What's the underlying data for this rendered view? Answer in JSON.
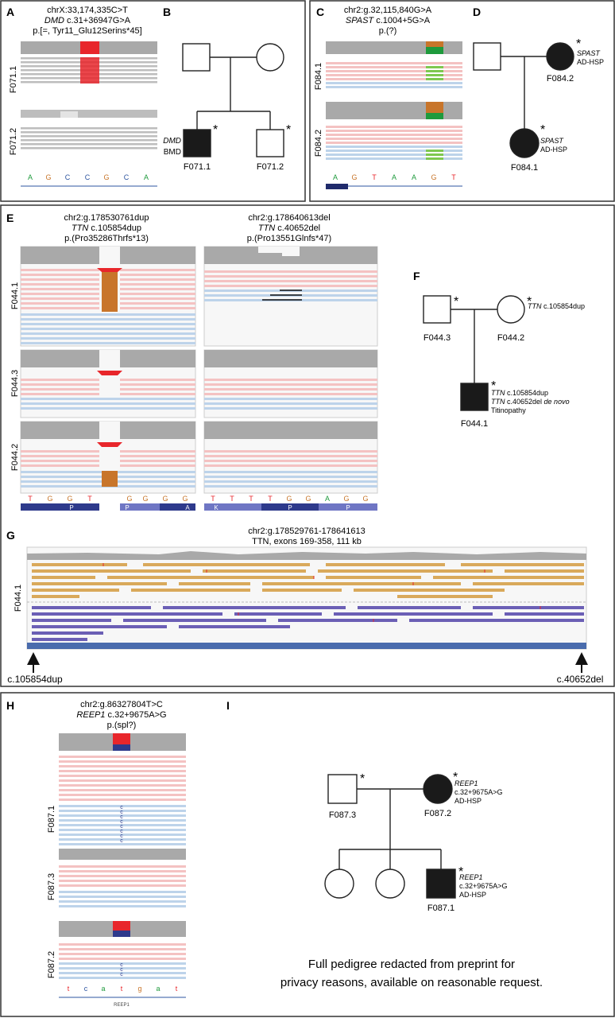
{
  "panelA": {
    "letter": "A",
    "title1": "chrX:33,174,335C>T",
    "title2_gene": "DMD",
    "title2_rest": " c.31+36947G>A",
    "title3": "p.[=, Tyr11_Glu12Serins*45]",
    "sample1": "F071.1",
    "sample2": "F071.2",
    "bases": [
      "A",
      "G",
      "C",
      "C",
      "G",
      "C",
      "A"
    ]
  },
  "panelB": {
    "letter": "B",
    "affected_gene": "DMD",
    "affected_pheno": "BMD",
    "affected_id": "F071.1",
    "sibling_id": "F071.2",
    "star": "*"
  },
  "panelC": {
    "letter": "C",
    "title1": "chr2:g.32,115,840G>A",
    "title2_gene": "SPAST",
    "title2_rest": " c.1004+5G>A",
    "title3": "p.(?)",
    "sample1": "F084.1",
    "sample2": "F084.2",
    "bases": [
      "A",
      "G",
      "T",
      "A",
      "A",
      "G",
      "T"
    ]
  },
  "panelD": {
    "letter": "D",
    "mother_gene": "SPAST",
    "mother_pheno": "AD-HSP",
    "mother_id": "F084.2",
    "child_gene": "SPAST",
    "child_pheno": "AD-HSP",
    "child_id": "F084.1",
    "star": "*"
  },
  "panelE": {
    "letter": "E",
    "left_title1": "chr2:g.178530761dup",
    "left_title2_gene": "TTN",
    "left_title2_rest": " c.105854dup",
    "left_title3": "p.(Pro35286Thrfs*13)",
    "right_title1": "chr2:g.178640613del",
    "right_title2_gene": "TTN",
    "right_title2_rest": " c.40652del",
    "right_title3": "p.(Pro13551Glnfs*47)",
    "samples": [
      "F044.1",
      "F044.3",
      "F044.2"
    ],
    "left_bases": [
      "T",
      "G",
      "G",
      "T",
      "G",
      "G",
      "G",
      "G"
    ],
    "right_bases": [
      "T",
      "T",
      "T",
      "T",
      "G",
      "G",
      "A",
      "G",
      "G"
    ],
    "left_aa": [
      "P",
      "P",
      "A"
    ],
    "right_aa": [
      "K",
      "P",
      "P"
    ]
  },
  "panelF": {
    "letter": "F",
    "father_id": "F044.3",
    "mother_id": "F044.2",
    "mother_note_gene": "TTN",
    "mother_note_rest": " c.105854dup",
    "child_line1_gene": "TTN",
    "child_line1_rest": " c.105854dup",
    "child_line2_gene": "TTN",
    "child_line2_rest": " c.40652del ",
    "child_line2_denovo": "de novo",
    "child_line3": "Titinopathy",
    "child_id": "F044.1",
    "star": "*"
  },
  "panelG": {
    "letter": "G",
    "title1": "chr2:g.178529761-178641613",
    "title2": "TTN, exons 169-358, 111 kb",
    "sample": "F044.1",
    "left_arrow_label": "c.105854dup",
    "right_arrow_label": "c.40652del"
  },
  "panelH": {
    "letter": "H",
    "title1": "chr2:g.86327804T>C",
    "title2_gene": "REEP1",
    "title2_rest": " c.32+9675A>G",
    "title3": "p.(spl?)",
    "samples": [
      "F087.1",
      "F087.3",
      "F087.2"
    ],
    "bases": [
      "t",
      "c",
      "a",
      "t",
      "g",
      "a",
      "t"
    ],
    "gene_label": "REEP1",
    "c_mark": "c"
  },
  "panelI": {
    "letter": "I",
    "father_id": "F087.3",
    "mother_gene": "REEP1",
    "mother_var": "c.32+9675A>G",
    "mother_pheno": "AD-HSP",
    "mother_id": "F087.2",
    "child_gene": "REEP1",
    "child_var": "c.32+9675A>G",
    "child_pheno": "AD-HSP",
    "child_id": "F087.1",
    "star": "*",
    "note_line1": "Full pedigree redacted from preprint for",
    "note_line2": "privacy reasons, available on reasonable request."
  },
  "colors": {
    "fwd_read": "#f4c2c2",
    "rev_read": "#bdd3ea",
    "coverage": "#a9a9a9",
    "mismatch_red": "#e8262b",
    "insertion_orange": "#c8752a",
    "variant_green": "#1e9a3c",
    "longread_tan": "#d9a95b",
    "longread_purple": "#6b5fb5",
    "gene_blue": "#2c54a0",
    "affected": "#1a1a1a"
  }
}
